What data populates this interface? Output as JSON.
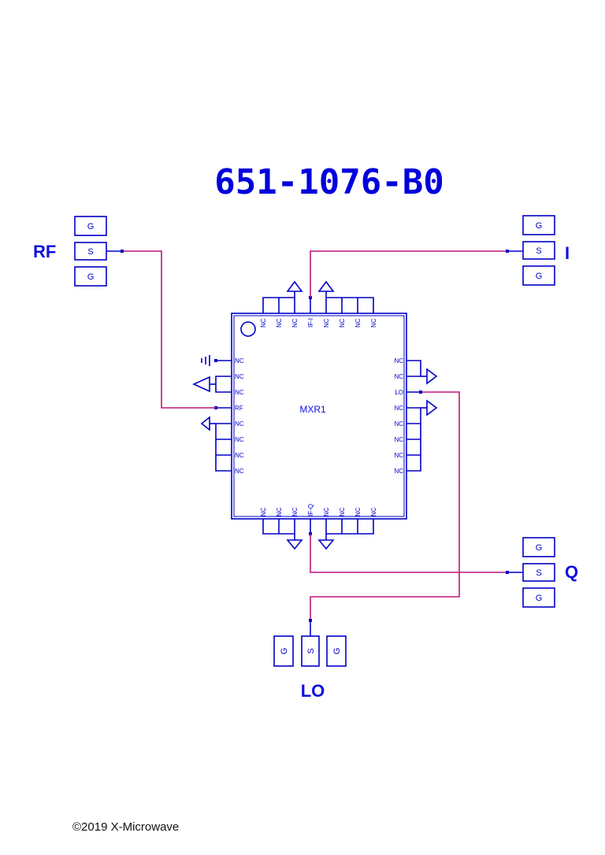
{
  "title": "651-1076-B0",
  "part_ref": "MXR1",
  "copyright": "©2019 X-Microwave",
  "ports": {
    "rf": "RF",
    "i": "I",
    "q": "Q",
    "lo": "LO"
  },
  "pad_labels": {
    "ground": "G",
    "signal": "S"
  },
  "pins": {
    "top": [
      "NC",
      "NC",
      "NC",
      "IF-I",
      "NC",
      "NC",
      "NC",
      "NC"
    ],
    "bottom": [
      "NC",
      "NC",
      "NC",
      "IF-Q",
      "NC",
      "NC",
      "NC",
      "NC"
    ],
    "left": [
      "NC",
      "NC",
      "NC",
      "RF",
      "NC",
      "NC",
      "NC",
      "NC"
    ],
    "right": [
      "NC",
      "NC",
      "LO",
      "NC",
      "NC",
      "NC",
      "NC",
      "NC"
    ]
  },
  "colors": {
    "schematic": "#0000c8",
    "wire": "#c0147a",
    "title": "#0000dc"
  }
}
